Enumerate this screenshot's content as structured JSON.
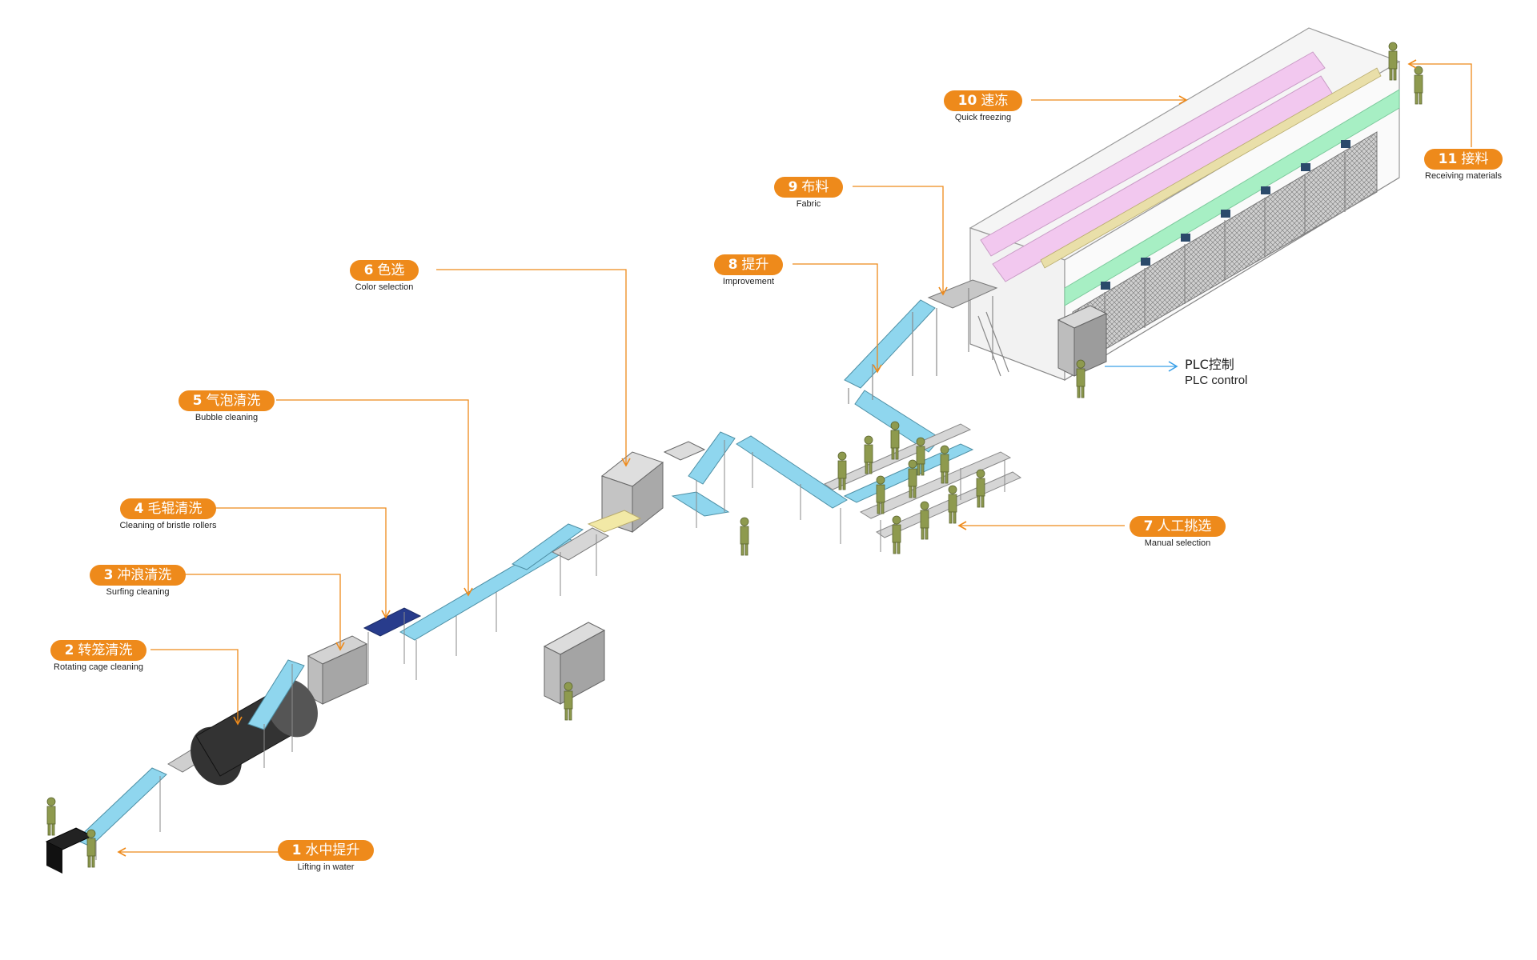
{
  "colors": {
    "orange": "#ee8a1b",
    "plc_arrow": "#3aa0e8",
    "conveyor": "#8fd6ee",
    "frame": "#8a8a8a",
    "freezer_pink": "#f2c8ef",
    "freezer_green": "#a7efc4",
    "drum": "#333333",
    "worker": "#8e9a4e"
  },
  "steps": [
    {
      "num": "1",
      "zh": "水中提升",
      "en": "Lifting in water"
    },
    {
      "num": "2",
      "zh": "转笼清洗",
      "en": "Rotating cage cleaning"
    },
    {
      "num": "3",
      "zh": "冲浪清洗",
      "en": "Surfing cleaning"
    },
    {
      "num": "4",
      "zh": "毛辊清洗",
      "en": "Cleaning of bristle rollers"
    },
    {
      "num": "5",
      "zh": "气泡清洗",
      "en": "Bubble cleaning"
    },
    {
      "num": "6",
      "zh": "色选",
      "en": "Color selection"
    },
    {
      "num": "7",
      "zh": "人工挑选",
      "en": "Manual selection"
    },
    {
      "num": "8",
      "zh": "提升",
      "en": "Improvement"
    },
    {
      "num": "9",
      "zh": "布料",
      "en": "Fabric"
    },
    {
      "num": "10",
      "zh": "速冻",
      "en": "Quick freezing"
    },
    {
      "num": "11",
      "zh": "接料",
      "en": "Receiving materials"
    }
  ],
  "plc": {
    "zh": "PLC控制",
    "en": "PLC control"
  }
}
